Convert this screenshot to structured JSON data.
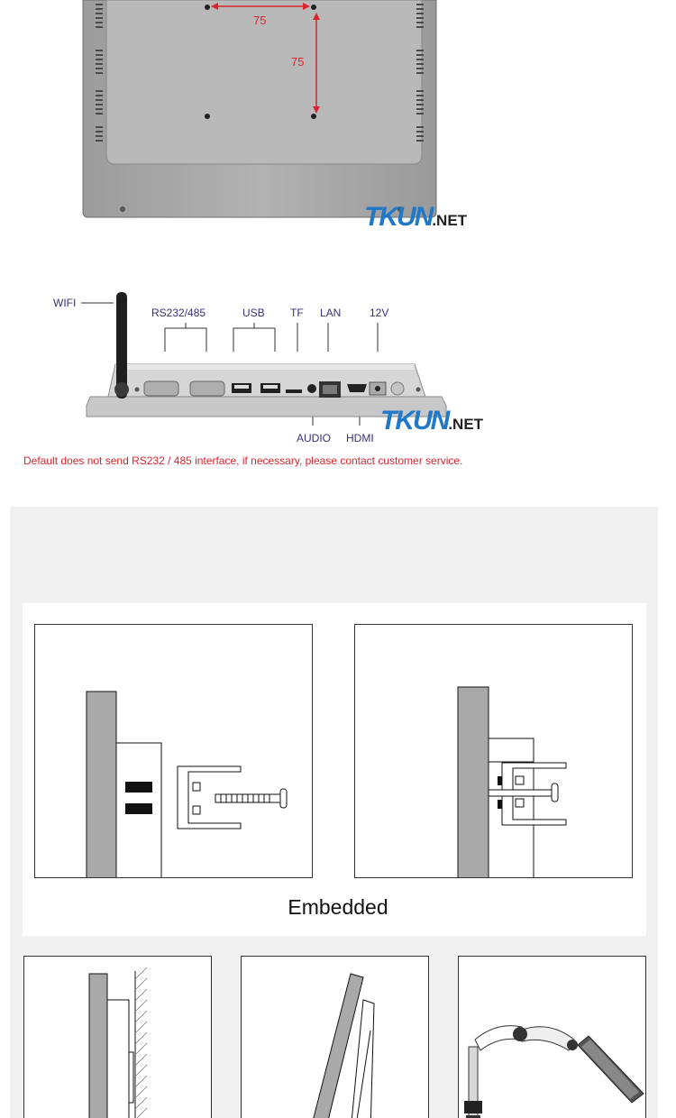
{
  "rear_view": {
    "dim_horizontal": "75",
    "dim_vertical": "75"
  },
  "logo": {
    "brand": "TKUN",
    "tld": ".NET"
  },
  "ports": {
    "wifi": "WIFI",
    "rs232": "RS232/485",
    "usb": "USB",
    "tf": "TF",
    "lan": "LAN",
    "power": "12V",
    "audio": "AUDIO",
    "hdmi": "HDMI"
  },
  "notice": "Default does not send RS232 / 485 interface, if necessary, please contact customer service.",
  "mounting": {
    "embedded_caption": "Embedded"
  },
  "colors": {
    "dimension_red": "#d8262c",
    "port_label_navy": "#35327a",
    "brand_blue": "#1f78c8",
    "panel_grey": "#a9a9a9",
    "band_grey": "#f1f1f1"
  }
}
